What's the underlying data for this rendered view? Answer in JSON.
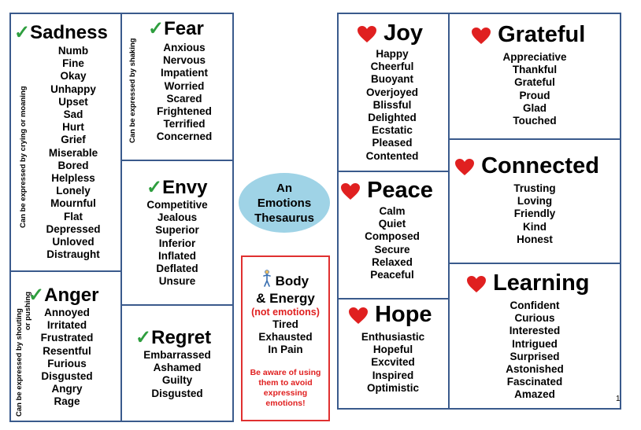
{
  "colors": {
    "border": "#3a5a8c",
    "check": "#2e9e3e",
    "heart": "#e02020",
    "bubble": "#9fd3e6",
    "warning": "#e02020"
  },
  "icons": {
    "check": "check-mark-icon",
    "heart": "heart-icon",
    "person": "person-figure-icon"
  },
  "check_glyph": "✓",
  "sadness": {
    "title": "Sadness",
    "side": "Can be expressed  by crying or moaning",
    "words": [
      "Numb",
      "Fine",
      "Okay",
      "Unhappy",
      "Upset",
      "Sad",
      "Hurt",
      "Grief",
      "Miserable",
      "Bored",
      "Helpless",
      "Lonely",
      "Mournful",
      "Flat",
      "Depressed",
      "Unloved",
      "Distraught"
    ]
  },
  "fear": {
    "title": "Fear",
    "side": "Can be expressed  by shaking",
    "words": [
      "Anxious",
      "Nervous",
      "Impatient",
      "Worried",
      "Scared",
      "Frightened",
      "Terrified",
      "Concerned"
    ]
  },
  "envy": {
    "title": "Envy",
    "words": [
      "Competitive",
      "Jealous",
      "Superior",
      "Inferior",
      "Inflated",
      "Deflated",
      "Unsure"
    ]
  },
  "anger": {
    "title": "Anger",
    "side1": "Can be expressed  by shouting",
    "side2": "or pushing",
    "words": [
      "Annoyed",
      "Irritated",
      "Frustrated",
      "Resentful",
      "Furious",
      "Disgusted",
      "Angry",
      "Rage"
    ]
  },
  "regret": {
    "title": "Regret",
    "words": [
      "Embarrassed",
      "Ashamed",
      "Guilty",
      "Disgusted"
    ]
  },
  "thesaurus": {
    "line1": "An",
    "line2": "Emotions",
    "line3": "Thesaurus"
  },
  "body_energy": {
    "title1": "Body",
    "title2": "& Energy",
    "note": "(not emotions)",
    "words": [
      "Tired",
      "Exhausted",
      "In Pain"
    ],
    "warning": [
      "Be aware of using",
      "them to avoid",
      "expressing",
      "emotions!"
    ]
  },
  "joy": {
    "title": "Joy",
    "words": [
      "Happy",
      "Cheerful",
      "Buoyant",
      "Overjoyed",
      "Blissful",
      "Delighted",
      "Ecstatic",
      "Pleased",
      "Contented"
    ]
  },
  "grateful": {
    "title": "Grateful",
    "words": [
      "Appreciative",
      "Thankful",
      "Grateful",
      "Proud",
      "Glad",
      "Touched"
    ]
  },
  "peace": {
    "title": "Peace",
    "words": [
      "Calm",
      "Quiet",
      "Composed",
      "Secure",
      "Relaxed",
      "Peaceful"
    ]
  },
  "connected": {
    "title": "Connected",
    "words": [
      "Trusting",
      "Loving",
      "Friendly",
      "Kind",
      "Honest"
    ]
  },
  "hope": {
    "title": "Hope",
    "words": [
      "Enthusiastic",
      "Hopeful",
      "Excvited",
      "Inspired",
      "Optimistic"
    ]
  },
  "learning": {
    "title": "Learning",
    "words": [
      "Confident",
      "Curious",
      "Interested",
      "Intrigued",
      "Surprised",
      "Astonished",
      "Fascinated",
      "Amazed"
    ]
  },
  "page_number": "1"
}
